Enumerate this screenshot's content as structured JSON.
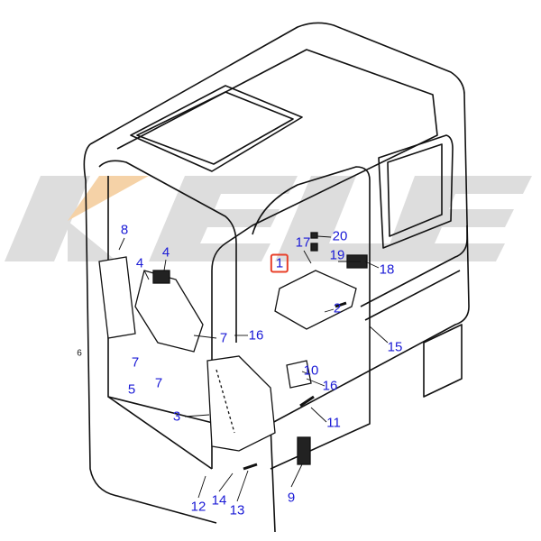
{
  "watermark": {
    "text": "KELE",
    "colors": {
      "grey": "#c8c8c8",
      "accent": "#f2b36b"
    }
  },
  "diagram": {
    "title": "Excavator operator cab parts diagram",
    "highlighted_label": "1",
    "highlight_color": "#e8402a",
    "label_color": "#1a1ad6",
    "labels": [
      {
        "id": "8"
      },
      {
        "id": "4"
      },
      {
        "id": "4"
      },
      {
        "id": "17"
      },
      {
        "id": "20"
      },
      {
        "id": "1"
      },
      {
        "id": "19"
      },
      {
        "id": "18"
      },
      {
        "id": "2"
      },
      {
        "id": "7"
      },
      {
        "id": "16"
      },
      {
        "id": "15"
      },
      {
        "id": "5"
      },
      {
        "id": "7"
      },
      {
        "id": "7"
      },
      {
        "id": "10"
      },
      {
        "id": "16"
      },
      {
        "id": "3"
      },
      {
        "id": "11"
      },
      {
        "id": "6"
      },
      {
        "id": "12"
      },
      {
        "id": "14"
      },
      {
        "id": "13"
      },
      {
        "id": "9"
      }
    ]
  }
}
